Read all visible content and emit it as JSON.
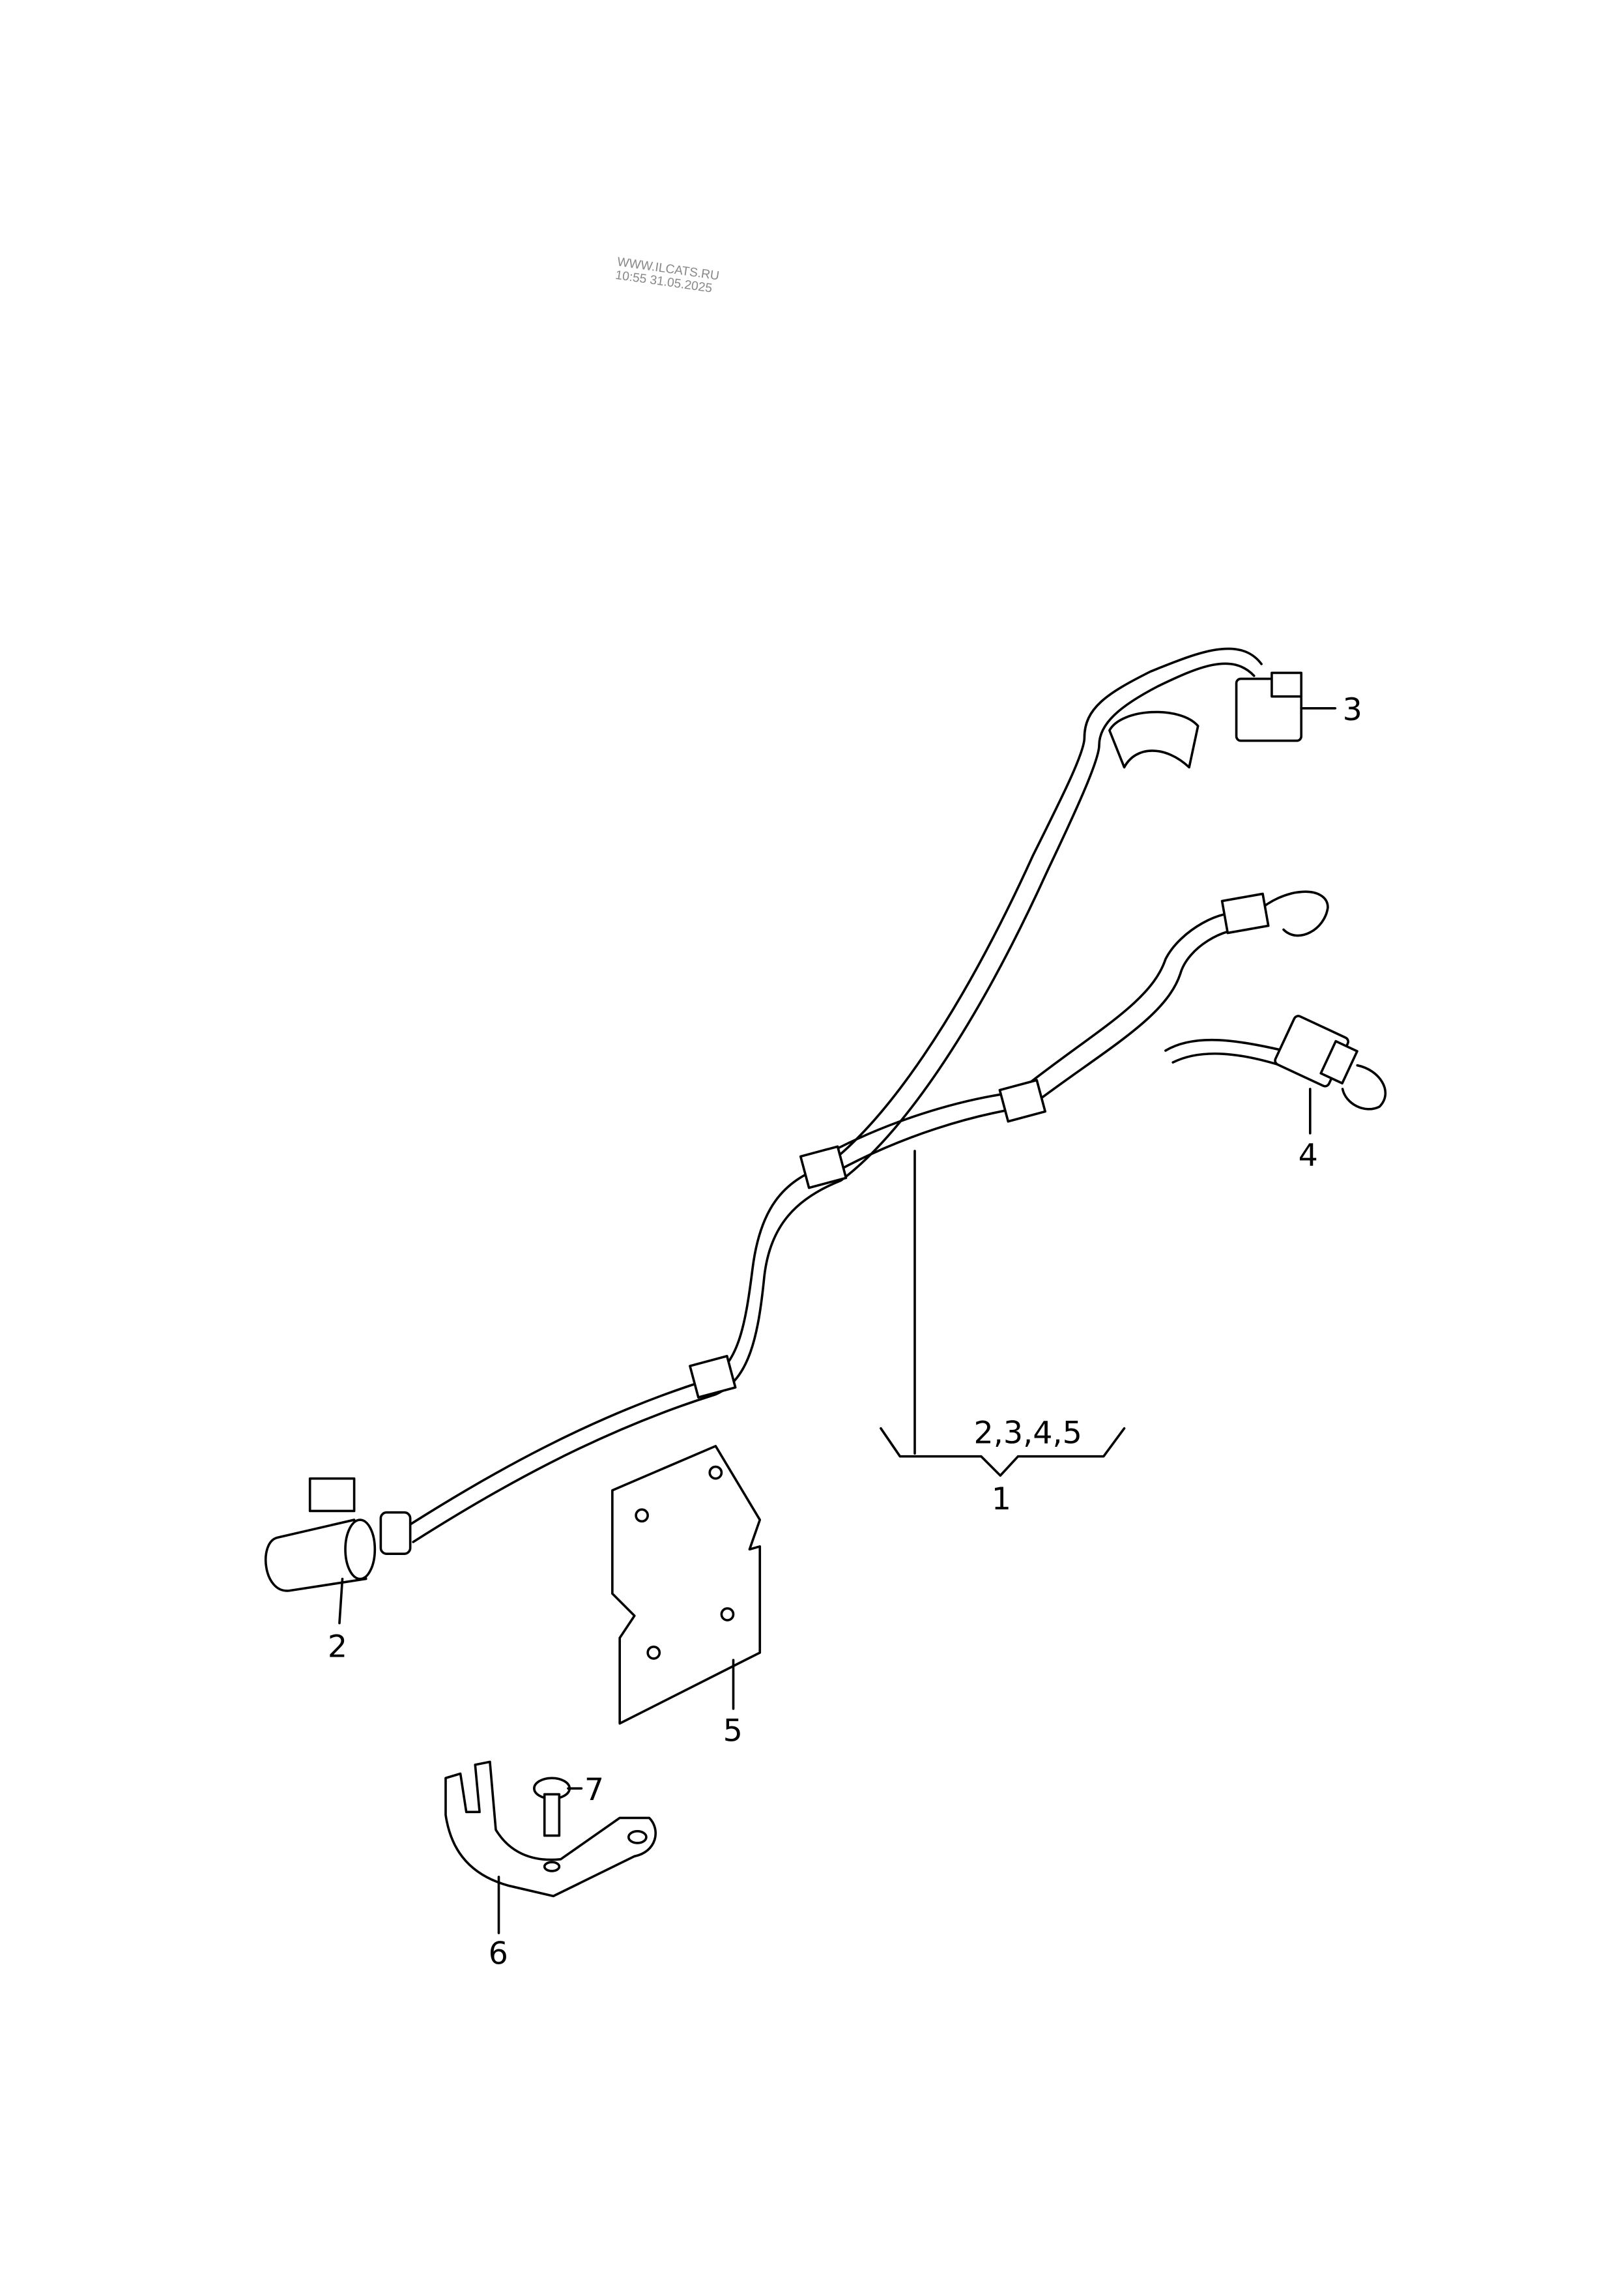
{
  "watermark": {
    "line1": "WWW.ILCATS.RU",
    "line2": "10:55 31.05.2025"
  },
  "callouts": {
    "part1": "1",
    "part1_group": "2,3,4,5",
    "part2": "2",
    "part3": "3",
    "part4": "4",
    "part5": "5",
    "part6": "6",
    "part7": "7"
  }
}
